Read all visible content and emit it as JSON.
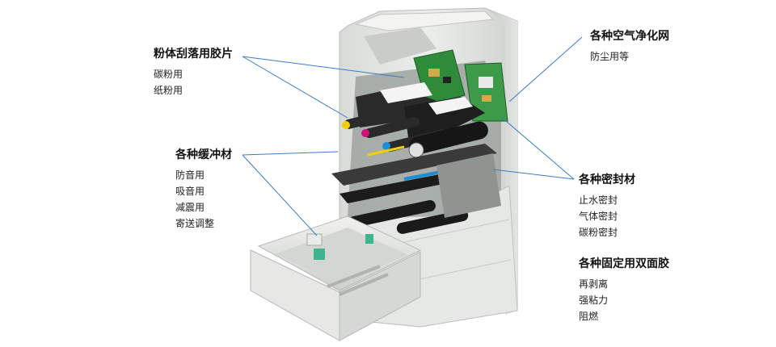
{
  "labels": {
    "scraper_blade": {
      "title": "粉体刮落用胶片",
      "items": [
        "碳粉用",
        "纸粉用"
      ]
    },
    "cushion": {
      "title": "各种缓冲材",
      "items": [
        "防音用",
        "吸音用",
        "减震用",
        "寄送调整"
      ]
    },
    "air_filter": {
      "title": "各种空气净化网",
      "items": [
        "防尘用等"
      ]
    },
    "seal": {
      "title": "各种密封材",
      "items": [
        "止水密封",
        "气体密封",
        "碳粉密封"
      ]
    },
    "tape": {
      "title": "各种固定用双面胶",
      "items": [
        "再剥离",
        "强粘力",
        "阻燃"
      ]
    }
  },
  "colors": {
    "leader_line": "#3a7bc8",
    "toner_yellow": "#f2d000",
    "toner_magenta": "#d0107a",
    "toner_cyan": "#1a8fd8",
    "board_green": "#2f8a3a"
  }
}
